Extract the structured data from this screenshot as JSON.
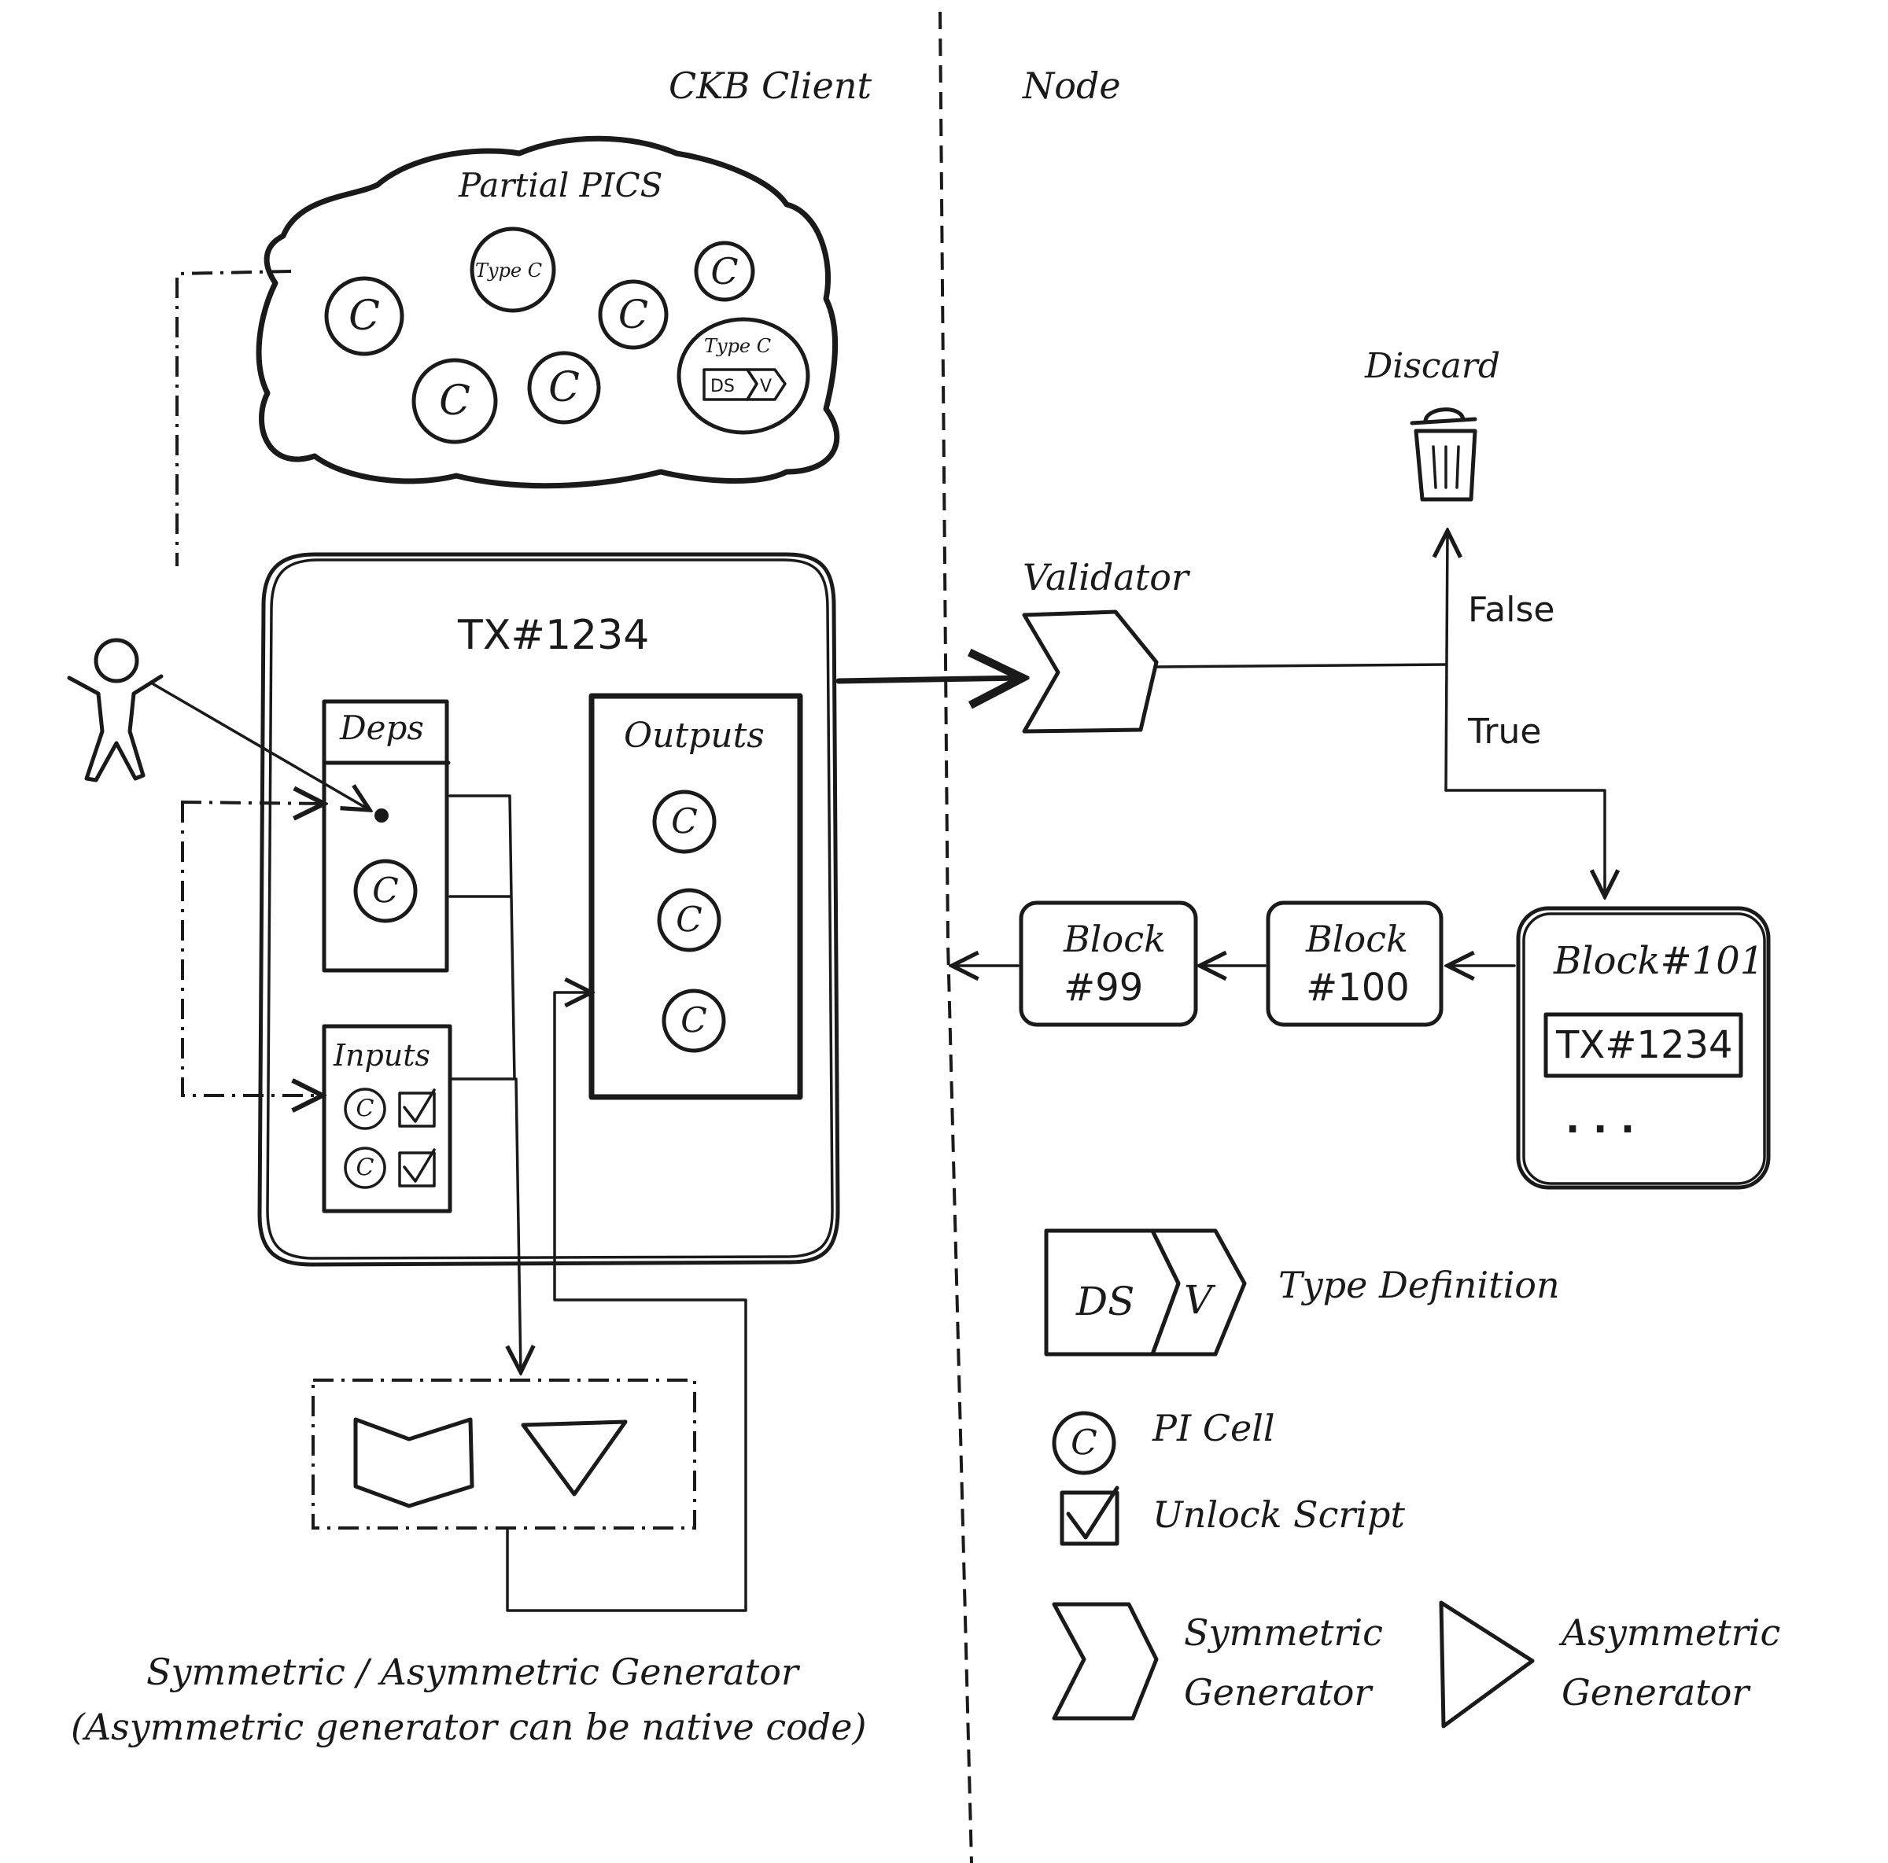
{
  "header": {
    "client_label": "CKB Client",
    "node_label": "Node"
  },
  "cloud": {
    "title": "Partial PICS",
    "type_c_label_1": "Type C",
    "type_c_label_2": "Type C",
    "ds_label": "DS",
    "v_label": "V"
  },
  "cell_glyph": "C",
  "transaction": {
    "title": "TX#1234",
    "deps_label": "Deps",
    "outputs_label": "Outputs",
    "inputs_label": "Inputs"
  },
  "generator": {
    "caption_line1": "Symmetric / Asymmetric Generator",
    "caption_line2": "(Asymmetric generator can be native code)"
  },
  "validator": {
    "label": "Validator",
    "false_label": "False",
    "true_label": "True",
    "discard_label": "Discard"
  },
  "blocks": {
    "b99_line1": "Block",
    "b99_line2": "#99",
    "b100_line1": "Block",
    "b100_line2": "#100",
    "b101_title": "Block#101",
    "b101_tx": "TX#1234",
    "b101_more": ". . ."
  },
  "legend": {
    "type_definition": "Type Definition",
    "ds_label": "DS",
    "v_label": "V",
    "pi_cell": "PI Cell",
    "unlock_script": "Unlock Script",
    "symmetric_line1": "Symmetric",
    "symmetric_line2": "Generator",
    "asymmetric_line1": "Asymmetric",
    "asymmetric_line2": "Generator"
  }
}
